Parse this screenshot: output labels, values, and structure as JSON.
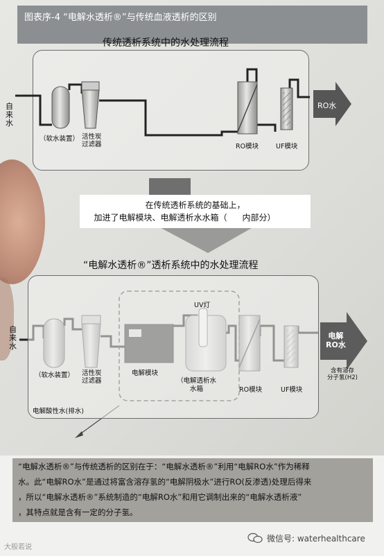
{
  "header": {
    "title": "图表序-4 “电解水透析®”与传统血液透析的区别"
  },
  "top_diagram": {
    "title": "传统透析系统中的水处理流程",
    "input": [
      "自",
      "来",
      "水"
    ],
    "softener": "（软水装置）",
    "carbon_filter": [
      "活性炭",
      "过滤器"
    ],
    "ro_module": "RO模块",
    "uf_module": "UF模块",
    "output": "RO水"
  },
  "middle_note": {
    "line1": "在传统透析系统的基础上，",
    "line2": "加进了电解模块、电解透析水水箱（",
    "line2_end": "内部分）"
  },
  "bottom_diagram": {
    "title": "“电解水透析®”透析系统中的水处理流程",
    "input": [
      "自",
      "来",
      "水"
    ],
    "softener": "（软水装置）",
    "carbon_filter": [
      "活性炭",
      "过滤器"
    ],
    "electrolysis_module": "电解模块",
    "uv_lamp": "UV灯",
    "tank": [
      "（电解透析水",
      "水箱"
    ],
    "ro_module": "RO模块",
    "uf_module": "UF模块",
    "output": [
      "电解",
      "RO水"
    ],
    "output_note": [
      "含有溶存",
      "分子氢(H2)"
    ],
    "drain": "电解酸性水(排水)"
  },
  "description": {
    "lines": [
      "“电解水透析®”与传统透析的区别在于：“电解水透析®”利用“电解RO水”作为稀释",
      "水。此“电解RO水”是通过将富含溶存氢的“电解阴极水”进行RO(反渗透)处理后得来",
      "，所以“电解水透析®”系统制造的“电解RO水”和用它调制出来的“电解水透析液”",
      "，其特点就是含有一定的分子氢。"
    ]
  },
  "watermarks": {
    "left": "大般若说",
    "right": "微信号: waterhealthcare"
  }
}
